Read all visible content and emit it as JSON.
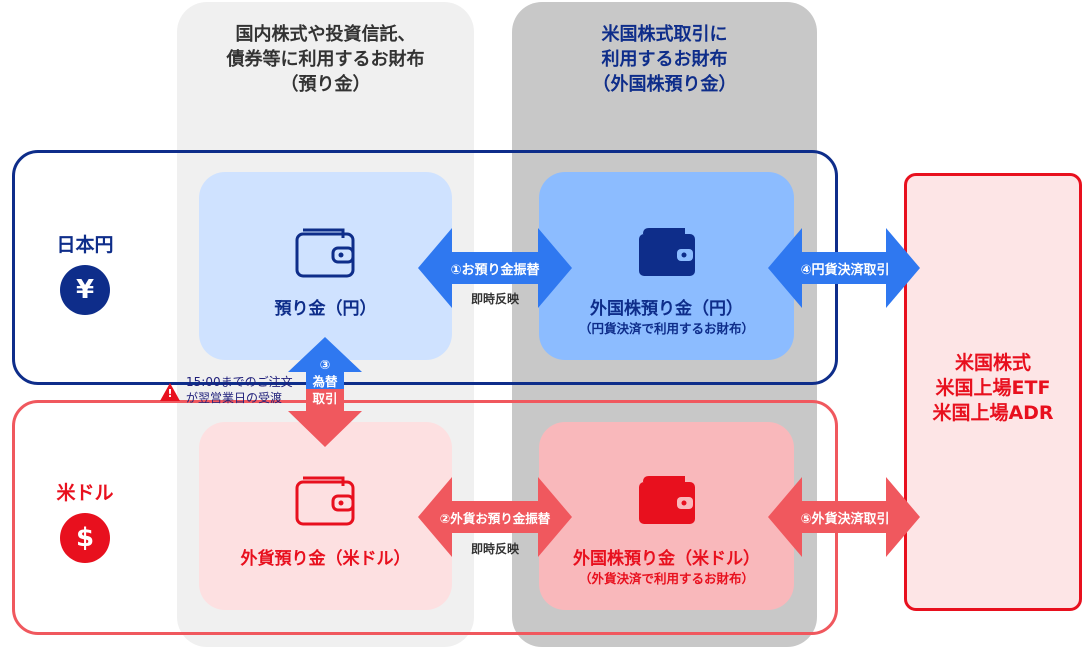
{
  "columns": {
    "domestic": {
      "title_lines": [
        "国内株式や投資信託、",
        "債券等に利用するお財布",
        "（預り金）"
      ]
    },
    "us": {
      "title_lines": [
        "米国株式取引に",
        "利用するお財布",
        "（外国株預り金）"
      ]
    }
  },
  "rows": {
    "jpy": {
      "name": "日本円",
      "symbol": "¥"
    },
    "usd": {
      "name": "米ドル",
      "symbol": "$"
    }
  },
  "wallets": {
    "jpy_deposit": {
      "label": "預り金（円）"
    },
    "jpy_foreign": {
      "label": "外国株預り金（円）",
      "sub": "（円貨決済で利用するお財布）"
    },
    "usd_deposit": {
      "label": "外貨預り金（米ドル）"
    },
    "usd_foreign": {
      "label": "外国株預り金（米ドル）",
      "sub": "（外貨決済で利用するお財布）"
    }
  },
  "arrows": {
    "a1": {
      "label": "①お預り金振替",
      "under": "即時反映"
    },
    "a2": {
      "label": "②外貨お預り金振替",
      "under": "即時反映"
    },
    "a3": {
      "num": "③",
      "line1": "為替",
      "line2": "取引"
    },
    "a4": {
      "label": "④円貨決済取引"
    },
    "a5": {
      "label": "⑤外貨決済取引"
    }
  },
  "note": {
    "line1": "15:00までのご注文",
    "line2": "が翌営業日の受渡"
  },
  "target": {
    "lines": [
      "米国株式",
      "米国上場ETF",
      "米国上場ADR"
    ]
  },
  "colors": {
    "navy": "#0e2d8a",
    "red": "#e8101e",
    "blue_arrow": "#2f78f0",
    "red_arrow": "#f0585e",
    "domestic_col": "#f0f0f0",
    "us_col": "#c8c8c8"
  }
}
